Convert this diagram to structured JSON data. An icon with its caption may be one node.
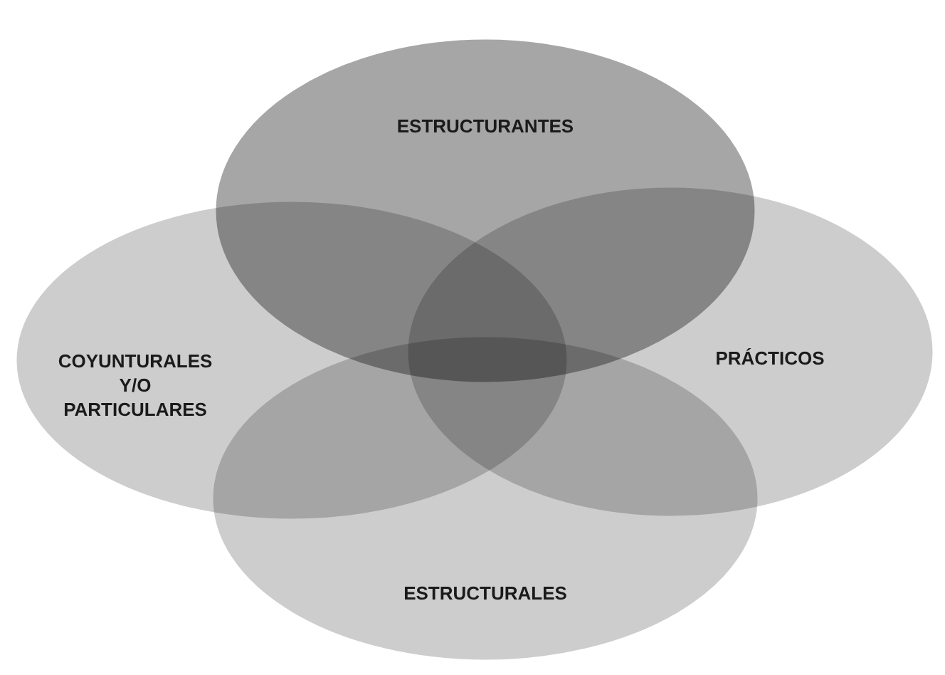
{
  "diagram": {
    "nodes": [
      {
        "text": [
          "ESTRUCTURANTES"
        ]
      },
      {
        "text": [
          "COYUNTURALES Y/O PARTICULARES"
        ]
      },
      {
        "text": [
          "PRÁCTICOS"
        ]
      },
      {
        "text": [
          "ESTRUCTURALES"
        ]
      }
    ]
  }
}
